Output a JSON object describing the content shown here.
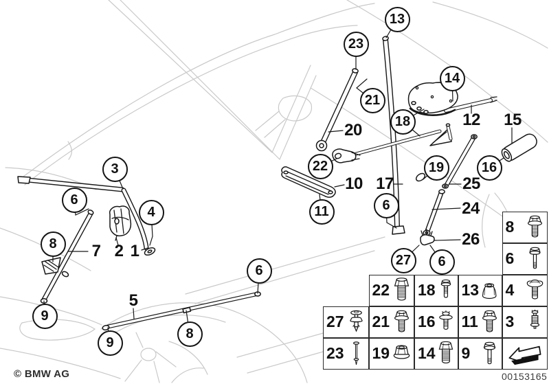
{
  "meta": {
    "copyright": "© BMW AG",
    "doc_number": "00153165",
    "title": "BMW parts diagram - body reinforcement struts"
  },
  "colors": {
    "part_line": "#171717",
    "sketch_line": "#c9c9c9",
    "background": "#ffffff"
  },
  "callouts": {
    "circles": [
      {
        "label": "13"
      },
      {
        "label": "23"
      },
      {
        "label": "14"
      },
      {
        "label": "21"
      },
      {
        "label": "18"
      },
      {
        "label": "22"
      },
      {
        "label": "19"
      },
      {
        "label": "16"
      },
      {
        "label": "3"
      },
      {
        "label": "6"
      },
      {
        "label": "11"
      },
      {
        "label": "6"
      },
      {
        "label": "4"
      },
      {
        "label": "8"
      },
      {
        "label": "27"
      },
      {
        "label": "6"
      },
      {
        "label": "6"
      },
      {
        "label": "9"
      },
      {
        "label": "9"
      },
      {
        "label": "8"
      }
    ],
    "labels": [
      {
        "label": "12"
      },
      {
        "label": "15"
      },
      {
        "label": "20"
      },
      {
        "label": "10"
      },
      {
        "label": "17"
      },
      {
        "label": "25"
      },
      {
        "label": "24"
      },
      {
        "label": "26"
      },
      {
        "label": "7"
      },
      {
        "label": "2"
      },
      {
        "label": "1"
      },
      {
        "label": "5"
      }
    ]
  },
  "table": {
    "cells": [
      {
        "num": "8",
        "icon": "hex-flange-bolt-icon",
        "sym": "#sym-bolt-flange"
      },
      {
        "num": "6",
        "icon": "long-hex-bolt-icon",
        "sym": "#sym-bolt-long"
      },
      {
        "num": "4",
        "icon": "washer-bolt-icon",
        "sym": "#sym-washer-bolt"
      },
      {
        "num": "3",
        "icon": "anchor-screw-icon",
        "sym": "#sym-anchor-screw"
      },
      {
        "num": "22",
        "icon": "hex-bolt-icon",
        "sym": "#sym-bolt-thick"
      },
      {
        "num": "18",
        "icon": "small-bolt-icon",
        "sym": "#sym-bolt-small"
      },
      {
        "num": "13",
        "icon": "tall-flange-nut-icon",
        "sym": "#sym-nut-tall"
      },
      {
        "num": "27",
        "icon": "expansion-rivet-icon",
        "sym": "#sym-rivet"
      },
      {
        "num": "21",
        "icon": "hex-flange-bolt-icon",
        "sym": "#sym-bolt-flange"
      },
      {
        "num": "16",
        "icon": "washer-screw-icon",
        "sym": "#sym-washer-screw"
      },
      {
        "num": "11",
        "icon": "hex-flange-bolt-icon",
        "sym": "#sym-bolt-flange"
      },
      {
        "num": "23",
        "icon": "long-thin-screw-icon",
        "sym": "#sym-screw-long"
      },
      {
        "num": "19",
        "icon": "flange-nut-icon",
        "sym": "#sym-nut-flange"
      },
      {
        "num": "14",
        "icon": "hex-bolt-icon",
        "sym": "#sym-bolt-thick"
      },
      {
        "num": "9",
        "icon": "thin-hex-bolt-icon",
        "sym": "#sym-bolt-thin"
      }
    ]
  }
}
